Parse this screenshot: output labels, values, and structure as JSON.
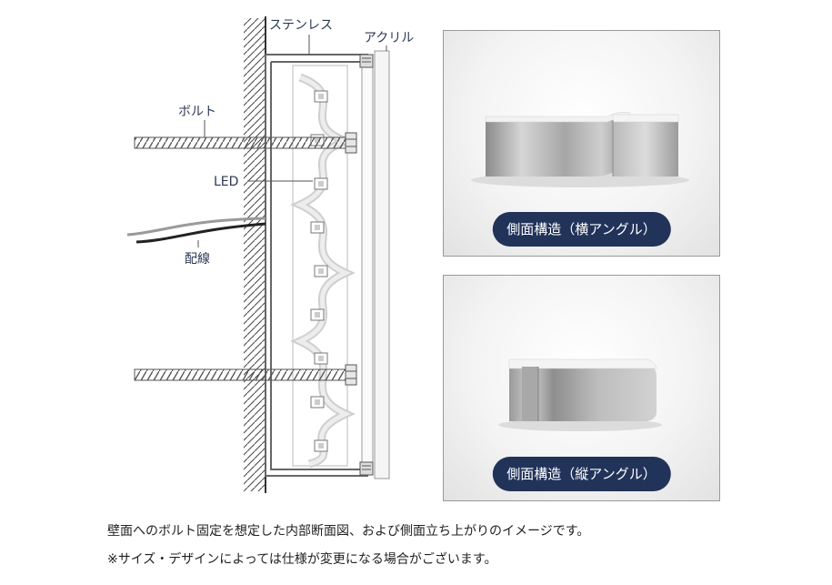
{
  "diagram": {
    "labels": {
      "stainless": "ステンレス",
      "acrylic": "アクリル",
      "bolt": "ボルト",
      "led": "LED",
      "wiring": "配線"
    }
  },
  "photos": [
    {
      "badge": "側面構造（横アングル）"
    },
    {
      "badge": "側面構造（縦アングル）"
    }
  ],
  "captions": {
    "line1": "壁面へのボルト固定を想定した内部断面図、および側面立ち上がりのイメージです。",
    "line2": "※サイズ・デザインによっては仕様が変更になる場合がございます。"
  },
  "colors": {
    "label_text": "#2b3a55",
    "badge_bg": "#22335a",
    "line": "#555555"
  }
}
